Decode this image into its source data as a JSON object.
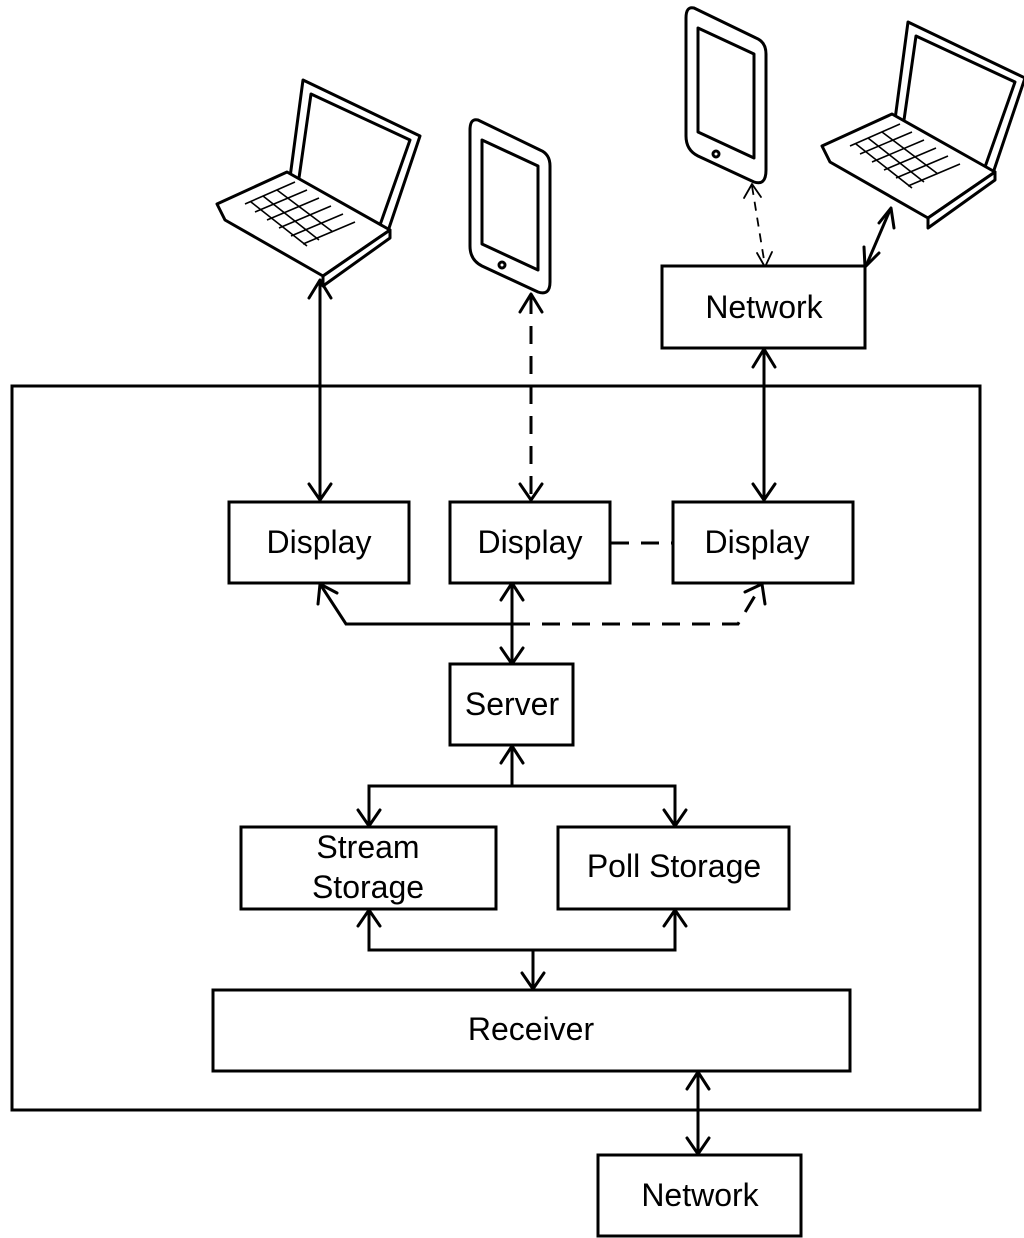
{
  "diagram": {
    "nodes": {
      "network_top": "Network",
      "display_left": "Display",
      "display_middle": "Display",
      "display_right": "Display",
      "server": "Server",
      "stream_storage_line1": "Stream",
      "stream_storage_line2": "Storage",
      "poll_storage": "Poll Storage",
      "receiver": "Receiver",
      "network_bottom": "Network"
    },
    "devices": [
      "laptop-icon",
      "tablet-icon",
      "tablet-icon",
      "laptop-icon"
    ],
    "colors": {
      "stroke": "#000000",
      "background": "#ffffff"
    }
  }
}
